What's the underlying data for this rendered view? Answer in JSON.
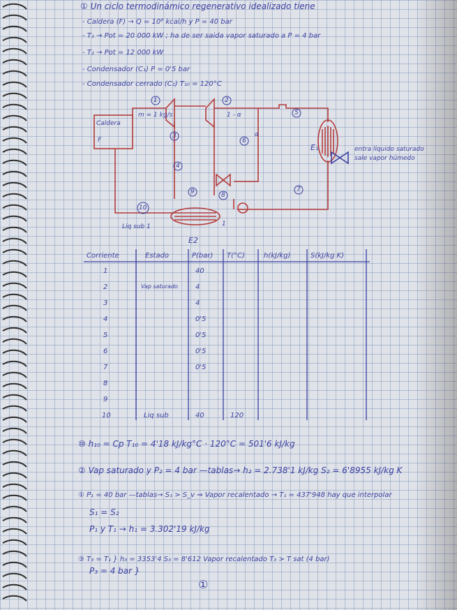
{
  "header": {
    "title": "① Un ciclo termodinámico regenerativo idealizado tiene",
    "line1": "- Caldera (F) → Q = 10⁸ kcal/h  y  P = 40 bar",
    "line2": "- T₁ → Pot = 20 000 kW  ; ha de ser saida vapor saturado a P = 4 bar",
    "line3": "- T₂ → Pot = 12 000 kW",
    "line4": "- Condensador (C₁) P = 0'5 bar",
    "line5": "- Condensador cerrado (C₂) T₁₀ = 120°C"
  },
  "diagram": {
    "caldera": "Caldera",
    "f": "F",
    "mass": "m = 1 kg/s",
    "alpha": "α",
    "one_minus_alpha": "1 - α",
    "e1": "E₁",
    "e2": "E2",
    "liq_sub": "Liq sub 1",
    "one": "1",
    "legend_text1": "entra líquido saturado",
    "legend_text2": "sale vapor húmedo",
    "n1": "1",
    "n2": "2",
    "n3": "3",
    "n4": "4",
    "n5": "5",
    "n6": "6",
    "n7": "7",
    "n8": "8",
    "n9": "9",
    "n10": "10"
  },
  "table": {
    "headers": [
      "Corriente",
      "Estado",
      "P(bar)",
      "T(°C)",
      "h(kJ/kg)",
      "S(kJ/kg K)"
    ],
    "rows": [
      {
        "c": "1",
        "estado": "",
        "p": "40",
        "t": ""
      },
      {
        "c": "2",
        "estado": "Vap saturado",
        "p": "4",
        "t": ""
      },
      {
        "c": "3",
        "estado": "",
        "p": "4",
        "t": ""
      },
      {
        "c": "4",
        "estado": "",
        "p": "0'5",
        "t": ""
      },
      {
        "c": "5",
        "estado": "",
        "p": "0'5",
        "t": ""
      },
      {
        "c": "6",
        "estado": "",
        "p": "0'5",
        "t": ""
      },
      {
        "c": "7",
        "estado": "",
        "p": "0'5",
        "t": ""
      },
      {
        "c": "8",
        "estado": "",
        "p": "",
        "t": ""
      },
      {
        "c": "9",
        "estado": "",
        "p": "",
        "t": ""
      },
      {
        "c": "10",
        "estado": "Liq sub",
        "p": "40",
        "t": "120"
      }
    ]
  },
  "calcs": {
    "c10": "⑩ h₁₀ = Cp T₁₀ = 4'18 kJ/kg°C · 120°C = 501'6 kJ/kg",
    "c2": "② Vap saturado y P₂ = 4 bar —tablas→ h₂ = 2.738'1 kJ/kg    S₂ = 6'8955 kJ/kg K",
    "c1a": "① P₁ = 40 bar —tablas→ S₁ > S_v ⇒ Vapor recalentado → T₁ = 437'948  hay que interpolar",
    "c1b": "S₁ = S₂",
    "c1c": "P₁ y T₁ → h₁ = 3.302'19 kJ/kg",
    "c3a": "③ T₃ = T₁ } h₃ = 3353'4   S₃ = 8'612   Vapor recalentado T₃ > T sat (4 bar)",
    "c3b": "P₃ = 4 bar }",
    "page_num": "①"
  }
}
